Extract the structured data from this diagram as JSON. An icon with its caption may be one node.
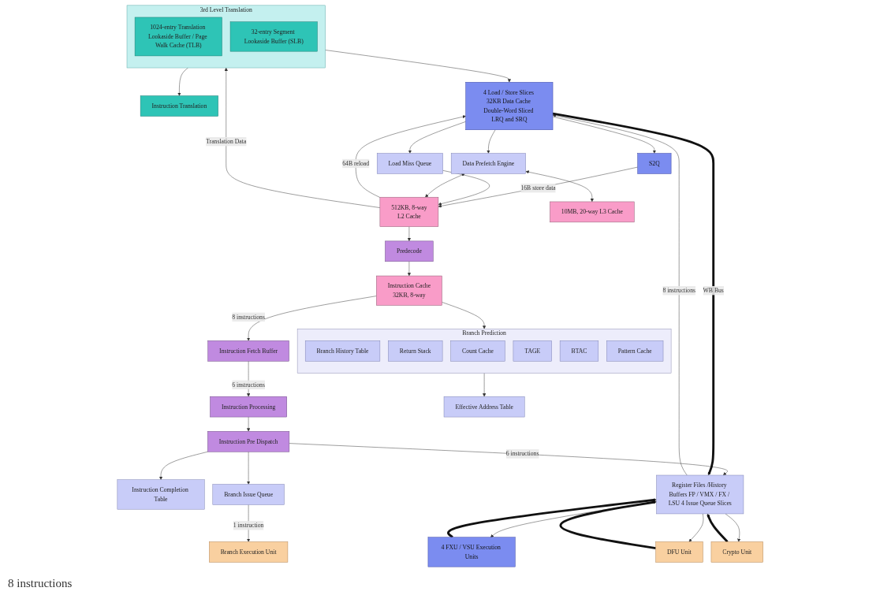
{
  "diagram": {
    "nodes": [
      {
        "text": [
          "Predecode"
        ]
      },
      {
        "text": [
          "Instruction Cache",
          "32KB, 8-way"
        ]
      },
      {
        "text": [
          "Instruction Translation"
        ]
      },
      {
        "text": [
          "Instruction Fetch Buffer"
        ]
      },
      {
        "text": [
          "Instruction Processing"
        ]
      },
      {
        "text": [
          "Instruction Pre Dispatch"
        ]
      },
      {
        "text": [
          "Instruction Completion Table"
        ]
      },
      {
        "text": [
          "Branch Prediction"
        ]
      },
      {
        "text": [
          "Branch History Table"
        ],
        "in": 7
      },
      {
        "text": [
          "Return Stack"
        ],
        "in": 7
      },
      {
        "text": [
          "Count Cache"
        ],
        "in": 7
      },
      {
        "text": [
          "TAGE"
        ],
        "in": 7
      },
      {
        "text": [
          "BTAC"
        ],
        "in": 7
      },
      {
        "text": [
          "Pattern Cache"
        ],
        "in": 7
      },
      {
        "text": [
          "Effective Address Table"
        ]
      },
      {
        "text": [
          "3rd Level Translation"
        ]
      },
      {
        "text": [
          "1024-entry Translation Lookaside Buffer / Page Walk Cache (TLB)"
        ],
        "in": 15
      },
      {
        "text": [
          "32-entry Segment Lookaside Buffer (SLB)"
        ],
        "in": 15
      },
      {
        "text": [
          "Register Files /History Buffers FP / VMX / FX / LSU 4 Issue Queue Slices"
        ]
      },
      {
        "text": [
          "Branch Issue Queue"
        ]
      },
      {
        "text": [
          "Branch Execution Unit"
        ]
      },
      {
        "text": [
          "4 Load / Store Slices 32KB Data Cache Double-Word Sliced LRQ and SRQ"
        ]
      },
      {
        "text": [
          "4 FXU / VSU Execution Units"
        ]
      },
      {
        "text": [
          "S2Q"
        ]
      },
      {
        "text": [
          "DFU Unit"
        ]
      },
      {
        "text": [
          "Crypto Unit"
        ]
      },
      {
        "text": [
          "512KB, 8-way",
          "L2 Cache"
        ]
      },
      {
        "text": [
          "10MB, 20-way L3 Cache"
        ]
      },
      {
        "text": [
          "Load Miss Queue"
        ]
      },
      {
        "text": [
          "Data Prefetch Engine"
        ]
      }
    ],
    "edges": [
      {
        "from": 0,
        "to": 1,
        "arrow": "to"
      },
      {
        "from": 26,
        "to": 0,
        "arrow": "to"
      },
      {
        "from": 1,
        "to": 3,
        "arrow": "to",
        "label": "8 instructions"
      },
      {
        "from": 1,
        "to": 7,
        "arrow": "to"
      },
      {
        "from": 3,
        "to": 4,
        "arrow": "to",
        "label": "6 instructions"
      },
      {
        "from": 4,
        "to": 5,
        "arrow": "to"
      },
      {
        "from": 5,
        "to": 6,
        "arrow": "to"
      },
      {
        "from": 7,
        "to": 14,
        "arrow": "to"
      },
      {
        "from": 15,
        "to": 2,
        "arrow": "to"
      },
      {
        "from": 26,
        "to": 15,
        "arrow": "to",
        "label": "Translation Data"
      },
      {
        "from": 5,
        "to": 18,
        "arrow": "to",
        "label": "6 instructions"
      },
      {
        "from": 5,
        "to": 19,
        "arrow": "to"
      },
      {
        "from": 19,
        "to": 20,
        "arrow": "to",
        "label": "1 instruction"
      },
      {
        "from": 18,
        "to": 21,
        "arrow": "to",
        "label": "8 instructions"
      },
      {
        "from": 18,
        "to": 22,
        "arrow": "to"
      },
      {
        "from": 18,
        "to": 24,
        "arrow": "to"
      },
      {
        "from": 18,
        "to": 25,
        "arrow": "to"
      },
      {
        "from": 15,
        "to": 21,
        "arrow": "to"
      },
      {
        "from": 26,
        "to": 21,
        "arrow": "to",
        "label": "64B reload"
      },
      {
        "from": 21,
        "to": 23,
        "arrow": "to"
      },
      {
        "from": 23,
        "to": 26,
        "arrow": "to",
        "label": "16B store data"
      },
      {
        "from": 21,
        "to": 28,
        "arrow": "to"
      },
      {
        "from": 21,
        "to": 29,
        "arrow": "to"
      },
      {
        "from": 28,
        "to": 26,
        "arrow": "to"
      },
      {
        "from": 29,
        "to": 26,
        "arrow": "both"
      },
      {
        "from": 29,
        "to": 27,
        "arrow": "both"
      },
      {
        "from": 21,
        "to": 18,
        "arrow": "to",
        "style": "thick",
        "label": "WB Bus"
      },
      {
        "from": 22,
        "to": 18,
        "arrow": "to",
        "style": "thick"
      },
      {
        "from": 24,
        "to": 18,
        "arrow": "to",
        "style": "thick"
      },
      {
        "from": 25,
        "to": 18,
        "arrow": "to",
        "style": "thick"
      }
    ],
    "labels": [
      "8 instructions"
    ]
  }
}
